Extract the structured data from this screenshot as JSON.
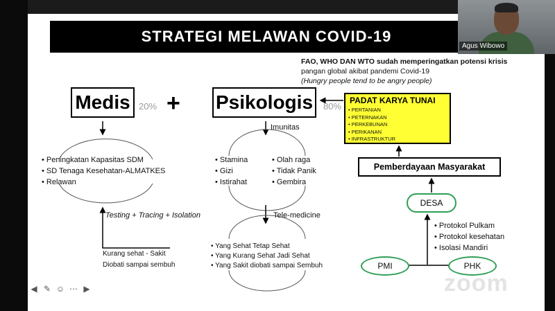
{
  "slide": {
    "title": "STRATEGI MELAWAN COVID-19",
    "medis": {
      "label": "Medis",
      "percent": "20%"
    },
    "plus": "+",
    "psikologis": {
      "label": "Psikologis",
      "percent": "80%"
    },
    "fao_note": {
      "line1": "FAO, WHO DAN WTO sudah memperingatkan potensi krisis",
      "line2": "pangan global akibat pandemi Covid-19",
      "line3": "(Hungry people tend to be angry people)"
    },
    "padat_karya": {
      "title": "PADAT KARYA TUNAI",
      "items": [
        "PERTANIAN",
        "PETERNAKAN",
        "PERKEBUNAN",
        "PERIKANAN",
        "INFRASTRUKTUR"
      ]
    },
    "medis_list": [
      "Peningkatan Kapasitas SDM",
      "SD Tenaga Kesehatan-ALMATKES",
      "Relawan"
    ],
    "imunitas": "Imunitas",
    "psiko_left": [
      "Stamina",
      "Gizi",
      "Istirahat"
    ],
    "psiko_right": [
      "Olah raga",
      "Tidak Panik",
      "Gembira"
    ],
    "testing": "Testing + Tracing + Isolation",
    "tele": "Tele-medicine",
    "kurang_sehat": "Kurang sehat - Sakit",
    "diobati": "Diobati sampai sembuh",
    "tele_list": [
      "Yang Sehat Tetap Sehat",
      "Yang Kurang Sehat Jadi Sehat",
      "Yang Sakit diobati sampai Sembuh"
    ],
    "pemberdayaan": "Pemberdayaan Masyarakat",
    "desa": "DESA",
    "protokol_list": [
      "Protokol Pulkam",
      "Protokol kesehatan",
      "Isolasi Mandiri"
    ],
    "pmi": "PMI",
    "phk": "PHK"
  },
  "video": {
    "participant_name": "Agus Wibowo"
  },
  "watermark": "zoom",
  "toolbar": {
    "icons": [
      "arrow-left-icon",
      "pen-icon",
      "smile-icon",
      "more-icon",
      "arrow-right-icon"
    ]
  },
  "colors": {
    "yellow_box": "#ffff33",
    "green_oval": "#2f9e56",
    "title_bg": "#000000"
  }
}
